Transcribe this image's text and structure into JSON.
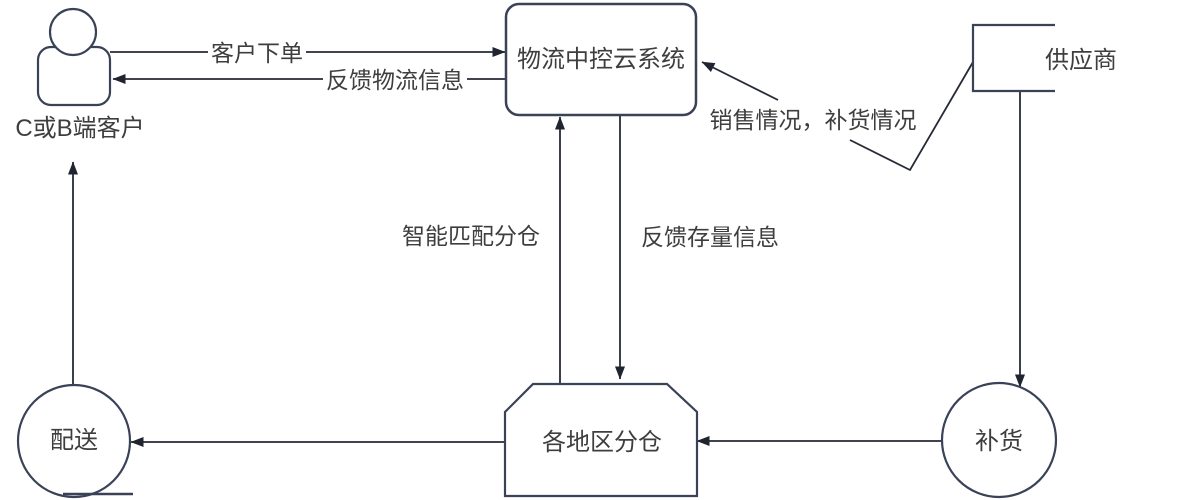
{
  "diagram": {
    "nodes": {
      "customer": {
        "label": "C或B端客户",
        "shape": "person-icon"
      },
      "cloud": {
        "label": "物流中控云系统",
        "shape": "rounded-rectangle"
      },
      "supplier": {
        "label": "供应商",
        "shape": "open-rectangle"
      },
      "warehouse": {
        "label": "各地区分仓",
        "shape": "hexagon"
      },
      "delivery": {
        "label": "配送",
        "shape": "circle"
      },
      "replenish": {
        "label": "补货",
        "shape": "circle"
      }
    },
    "edges": {
      "order": {
        "label": "客户下单",
        "from": "customer",
        "to": "cloud"
      },
      "logistics_feedback": {
        "label": "反馈物流信息",
        "from": "cloud",
        "to": "customer"
      },
      "sales_status": {
        "label": "销售情况，补货情况",
        "from": "supplier",
        "to": "cloud"
      },
      "smart_match": {
        "label": "智能匹配分仓",
        "from": "warehouse",
        "to": "cloud"
      },
      "inventory_feedback": {
        "label": "反馈存量信息",
        "from": "cloud",
        "to": "warehouse"
      },
      "supplier_replenish": {
        "label": "",
        "from": "supplier",
        "to": "replenish"
      },
      "replenish_warehouse": {
        "label": "",
        "from": "replenish",
        "to": "warehouse"
      },
      "warehouse_delivery": {
        "label": "",
        "from": "warehouse",
        "to": "delivery"
      },
      "delivery_customer": {
        "label": "",
        "from": "delivery",
        "to": "customer"
      }
    },
    "colors": {
      "background": "#ffffff",
      "shape_border": "#3a4257",
      "connector_line": "#262a35",
      "arrowhead": "#20242e",
      "text": "#3e3e3e"
    }
  }
}
